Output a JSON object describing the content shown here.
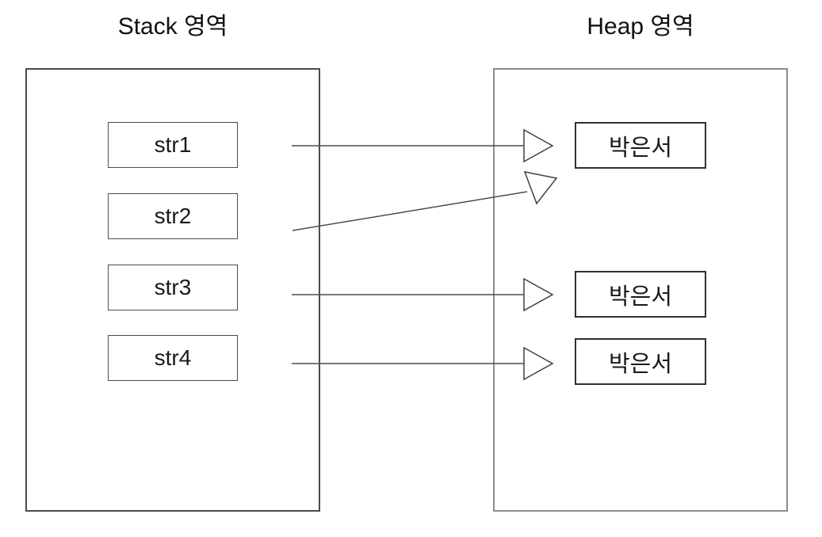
{
  "diagram": {
    "description": "Java string references: stack variables pointing to heap string objects",
    "background_color": "#ffffff",
    "text_color": "#1a1a1a"
  },
  "stack": {
    "title": "Stack 영역",
    "border_color": "#4a4a4a",
    "items": [
      {
        "label": "str1"
      },
      {
        "label": "str2"
      },
      {
        "label": "str3"
      },
      {
        "label": "str4"
      }
    ]
  },
  "heap": {
    "title": "Heap 영역",
    "border_color": "#8c8c8c",
    "items": [
      {
        "label": "박은서"
      },
      {
        "label": "박은서"
      },
      {
        "label": "박은서"
      }
    ]
  },
  "edges": [
    {
      "from": "str1",
      "to": "heap-object-1",
      "style": "horizontal open-triangle arrow"
    },
    {
      "from": "str2",
      "to": "heap-object-1",
      "style": "diagonal open-triangle arrow ending just below heap-object-1"
    },
    {
      "from": "str3",
      "to": "heap-object-2",
      "style": "horizontal open-triangle arrow"
    },
    {
      "from": "str4",
      "to": "heap-object-3",
      "style": "horizontal open-triangle arrow"
    }
  ],
  "colors": {
    "connector_line": "#4d4d4d",
    "arrowhead_stroke": "#404040",
    "arrowhead_fill": "#ffffff",
    "node_border": "#303030"
  }
}
